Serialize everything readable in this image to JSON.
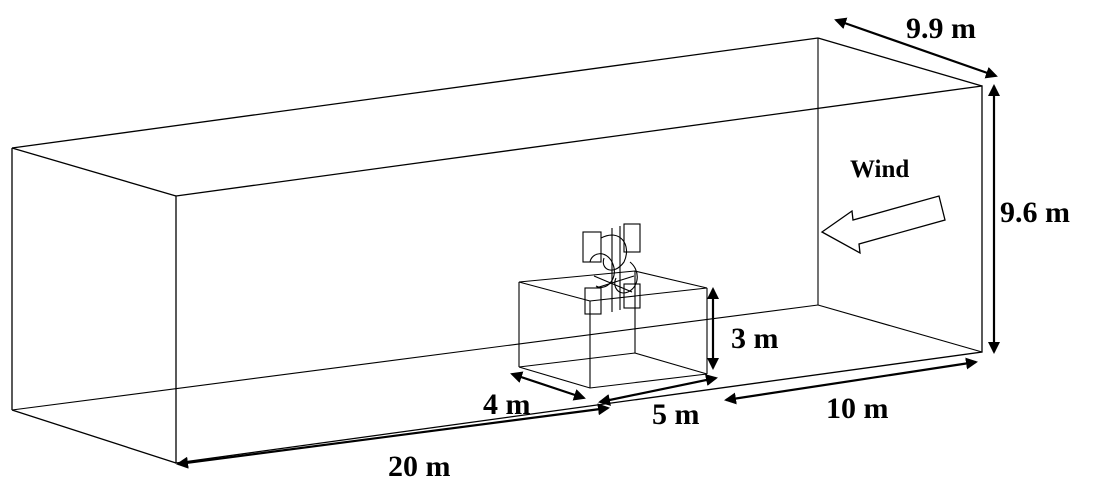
{
  "labels": {
    "wind": "Wind",
    "tunnel_depth": "9.9 m",
    "tunnel_height": "9.6 m",
    "building_height": "3 m",
    "building_depth": "4 m",
    "building_width": "5 m",
    "downstream_length": "10 m",
    "upstream_length": "20 m"
  },
  "colors": {
    "line": "#000000",
    "background": "#ffffff"
  }
}
